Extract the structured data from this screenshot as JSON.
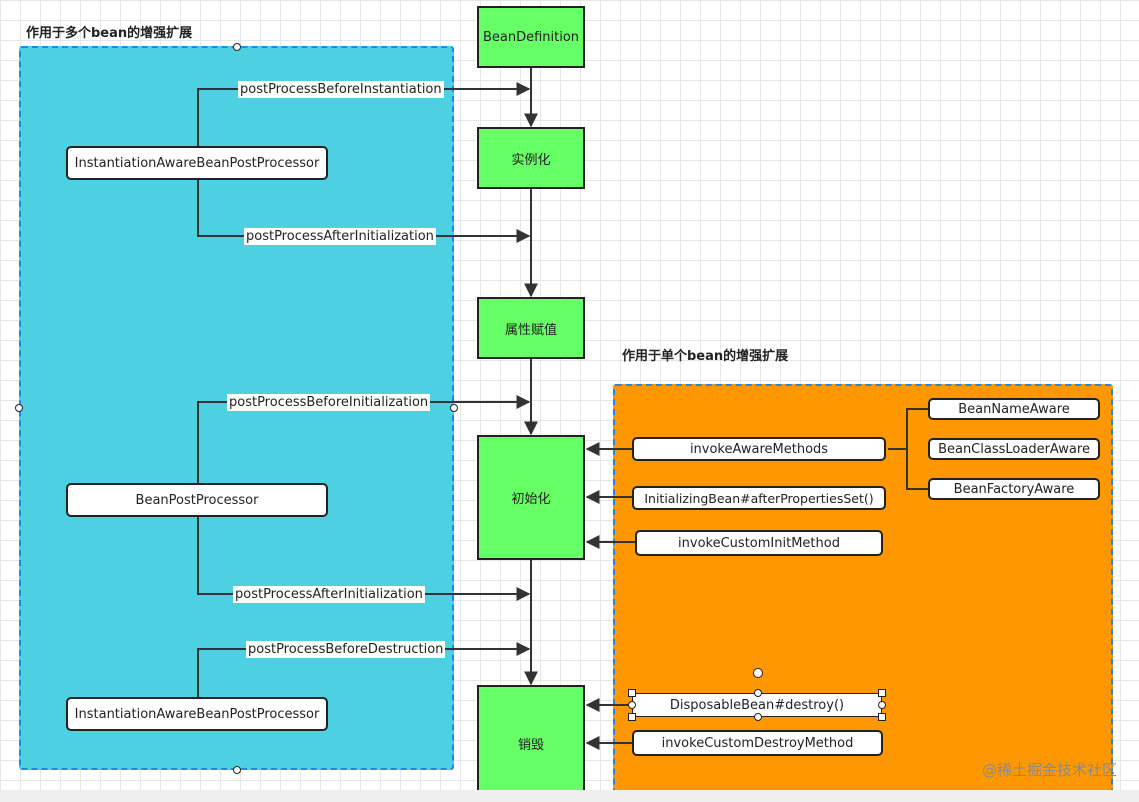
{
  "colors": {
    "multi_bean_region": "#4dd0e1",
    "single_bean_region": "#ff9800",
    "stage_box": "#66ff66",
    "region_border": "#1e88e5",
    "line": "#333333"
  },
  "regions": {
    "multi_bean_title": "作用于多个bean的增强扩展",
    "single_bean_title": "作用于单个bean的增强扩展"
  },
  "stages": {
    "bean_definition": "BeanDefinition",
    "instantiation": "实例化",
    "populate": "属性赋值",
    "initialization": "初始化",
    "destruction": "销毁"
  },
  "processors": {
    "instantiation_aware_top": "InstantiationAwareBeanPostProcessor",
    "bean_post_processor": "BeanPostProcessor",
    "instantiation_aware_bottom": "InstantiationAwareBeanPostProcessor"
  },
  "edge_labels": {
    "before_instantiation": "postProcessBeforeInstantiation",
    "after_initialization_1": "postProcessAfterInitialization",
    "before_initialization": "postProcessBeforeInitialization",
    "after_initialization_2": "postProcessAfterInitialization",
    "before_destruction": "postProcessBeforeDestruction"
  },
  "single_bean": {
    "invoke_aware_methods": "invokeAwareMethods",
    "initializing_bean": "InitializingBean#afterPropertiesSet()",
    "invoke_custom_init": "invokeCustomInitMethod",
    "disposable_bean": "DisposableBean#destroy()",
    "invoke_custom_destroy": "invokeCustomDestroyMethod",
    "bean_name_aware": "BeanNameAware",
    "bean_class_loader_aware": "BeanClassLoaderAware",
    "bean_factory_aware": "BeanFactoryAware"
  },
  "watermark": "@稀土掘金技术社区"
}
